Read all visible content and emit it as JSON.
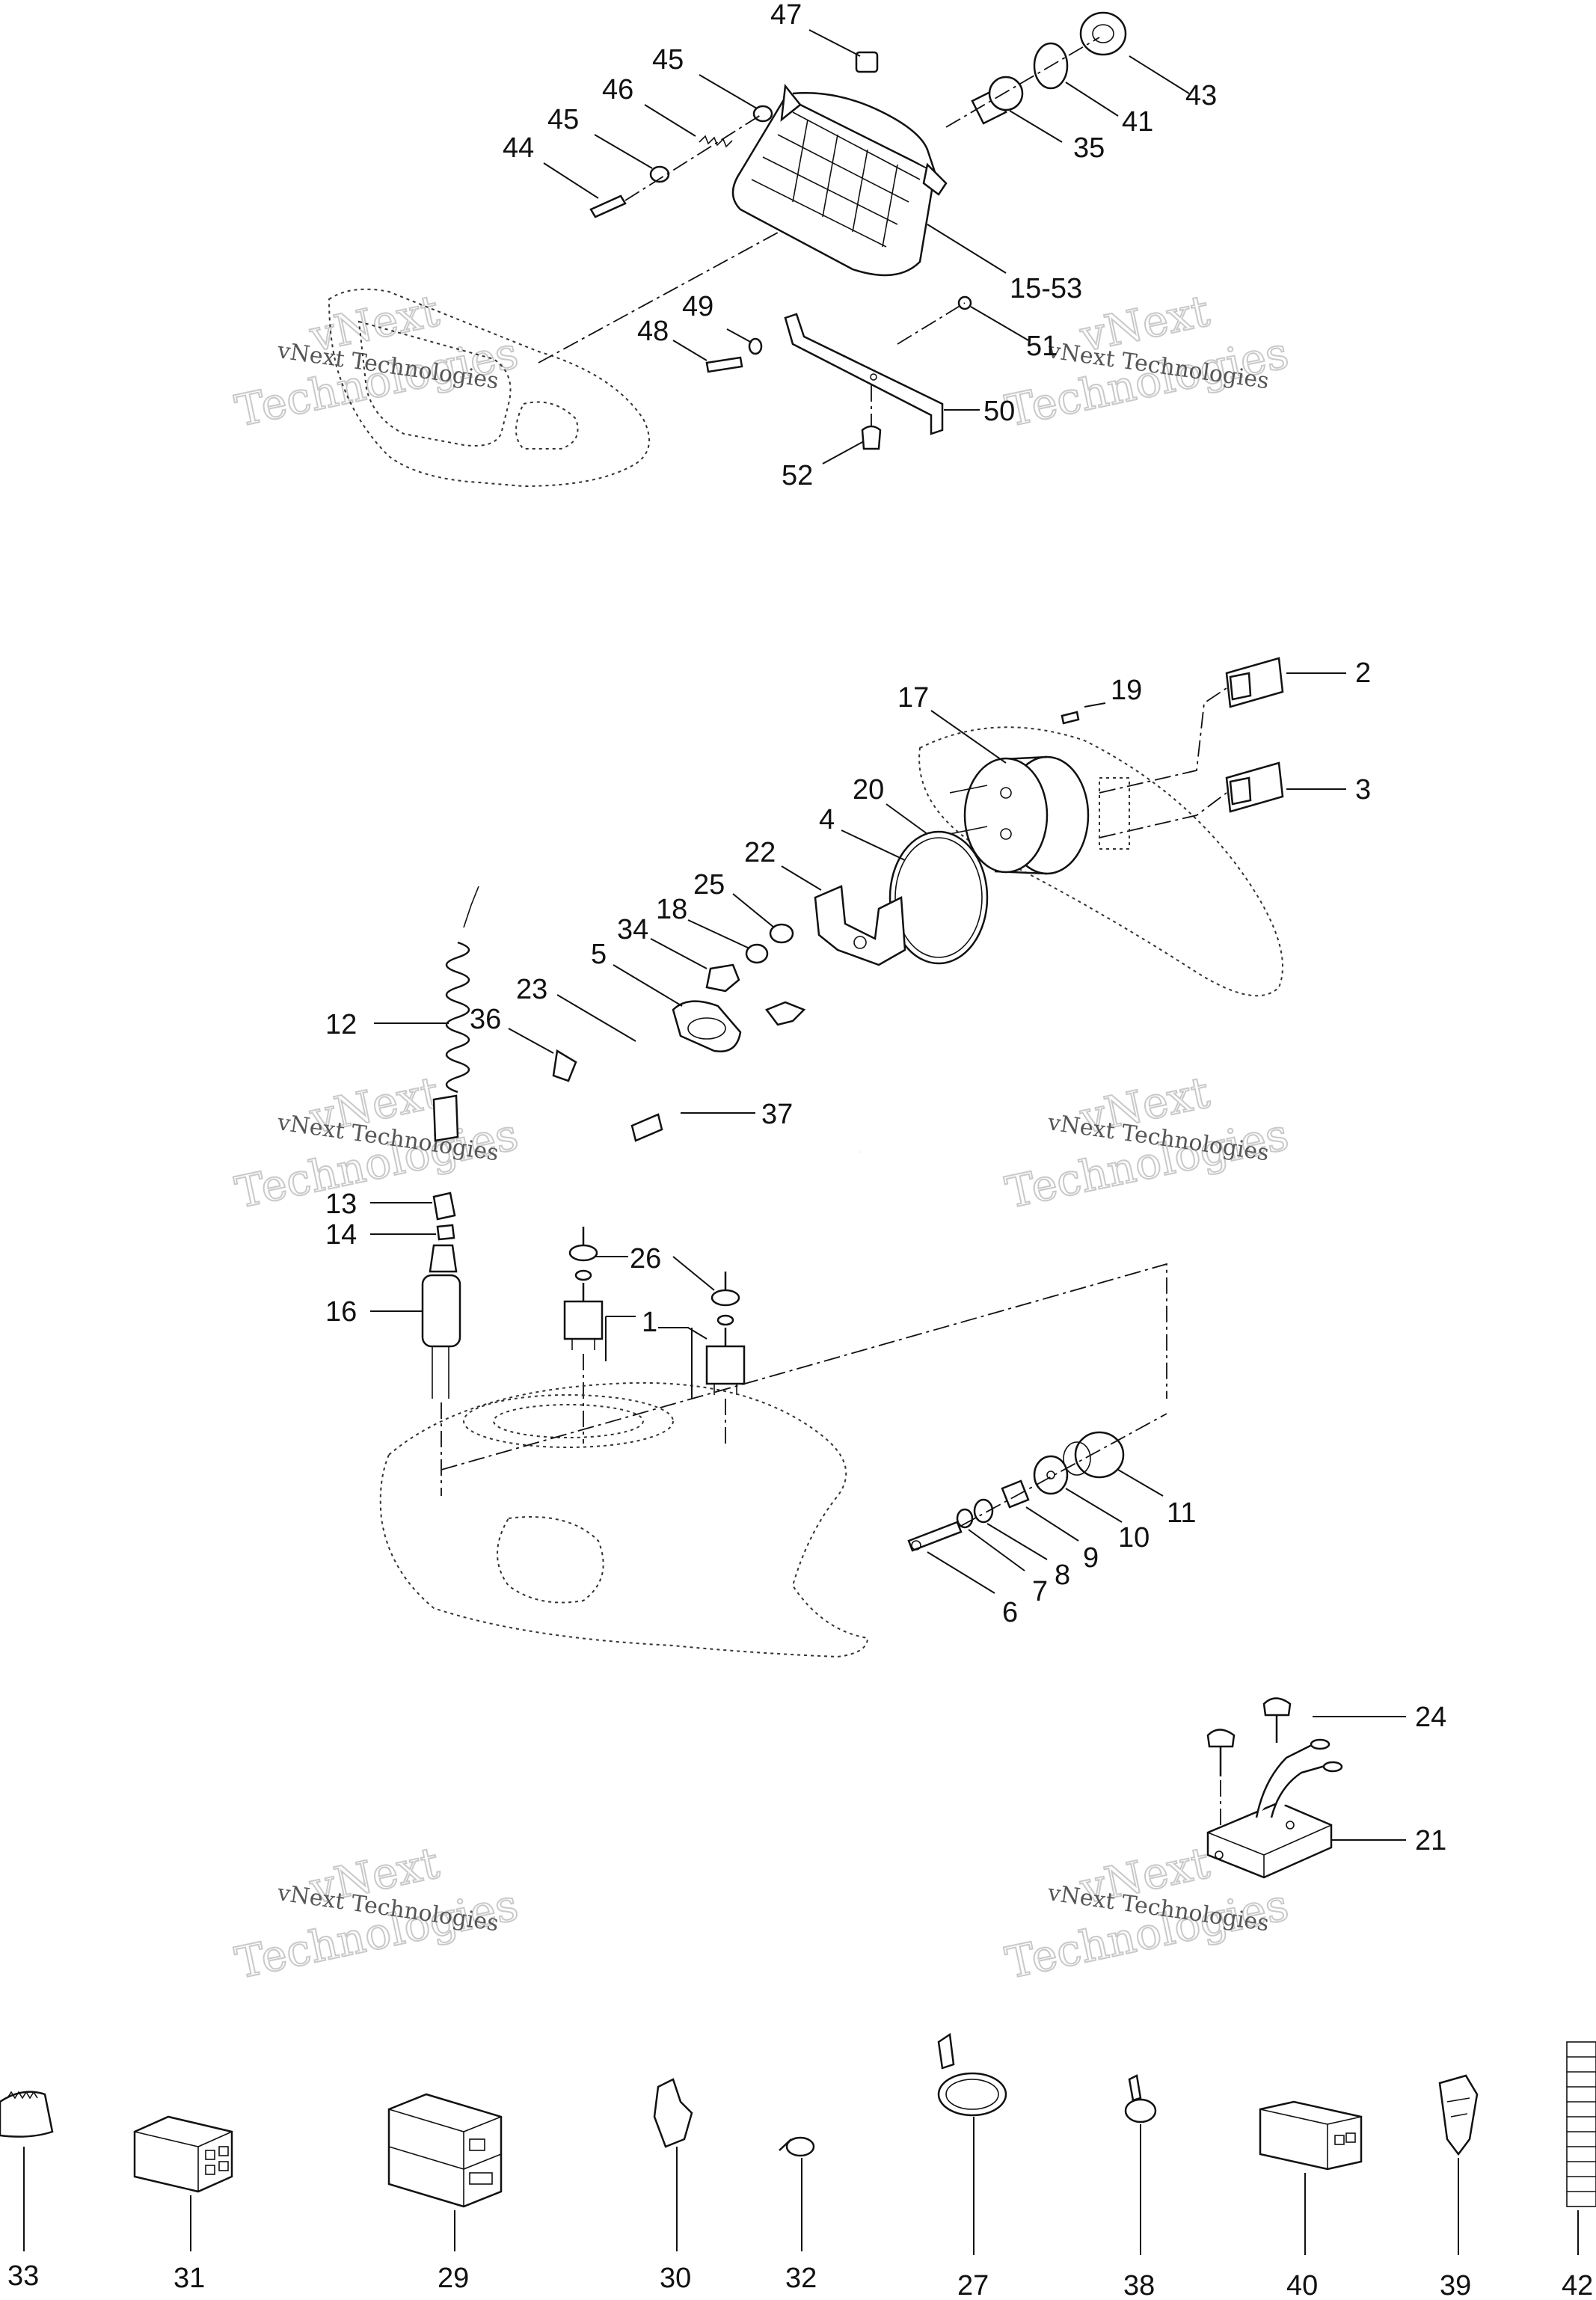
{
  "callouts": [
    {
      "id": "c47",
      "text": "47"
    },
    {
      "id": "c45a",
      "text": "45"
    },
    {
      "id": "c46",
      "text": "46"
    },
    {
      "id": "c45b",
      "text": "45"
    },
    {
      "id": "c44",
      "text": "44"
    },
    {
      "id": "c43",
      "text": "43"
    },
    {
      "id": "c41",
      "text": "41"
    },
    {
      "id": "c35",
      "text": "35"
    },
    {
      "id": "c15_53",
      "text": "15-53"
    },
    {
      "id": "c49",
      "text": "49"
    },
    {
      "id": "c48",
      "text": "48"
    },
    {
      "id": "c51",
      "text": "51"
    },
    {
      "id": "c50",
      "text": "50"
    },
    {
      "id": "c52",
      "text": "52"
    },
    {
      "id": "c2",
      "text": "2"
    },
    {
      "id": "c19",
      "text": "19"
    },
    {
      "id": "c17",
      "text": "17"
    },
    {
      "id": "c3",
      "text": "3"
    },
    {
      "id": "c20",
      "text": "20"
    },
    {
      "id": "c4",
      "text": "4"
    },
    {
      "id": "c22",
      "text": "22"
    },
    {
      "id": "c25",
      "text": "25"
    },
    {
      "id": "c18",
      "text": "18"
    },
    {
      "id": "c34",
      "text": "34"
    },
    {
      "id": "c5",
      "text": "5"
    },
    {
      "id": "c23",
      "text": "23"
    },
    {
      "id": "c12",
      "text": "12"
    },
    {
      "id": "c36",
      "text": "36"
    },
    {
      "id": "c37",
      "text": "37"
    },
    {
      "id": "c13",
      "text": "13"
    },
    {
      "id": "c14",
      "text": "14"
    },
    {
      "id": "c26",
      "text": "26"
    },
    {
      "id": "c16",
      "text": "16"
    },
    {
      "id": "c1",
      "text": "1"
    },
    {
      "id": "c11",
      "text": "11"
    },
    {
      "id": "c10",
      "text": "10"
    },
    {
      "id": "c9",
      "text": "9"
    },
    {
      "id": "c8",
      "text": "8"
    },
    {
      "id": "c7",
      "text": "7"
    },
    {
      "id": "c6",
      "text": "6"
    },
    {
      "id": "c24",
      "text": "24"
    },
    {
      "id": "c21",
      "text": "21"
    },
    {
      "id": "c33",
      "text": "33"
    },
    {
      "id": "c31",
      "text": "31"
    },
    {
      "id": "c29",
      "text": "29"
    },
    {
      "id": "c30",
      "text": "30"
    },
    {
      "id": "c32",
      "text": "32"
    },
    {
      "id": "c27",
      "text": "27"
    },
    {
      "id": "c38",
      "text": "38"
    },
    {
      "id": "c40",
      "text": "40"
    },
    {
      "id": "c39",
      "text": "39"
    },
    {
      "id": "c42",
      "text": "42"
    }
  ],
  "watermark": {
    "line1": "vNext",
    "line2": "Technologies",
    "small": "vNext Technologies"
  }
}
